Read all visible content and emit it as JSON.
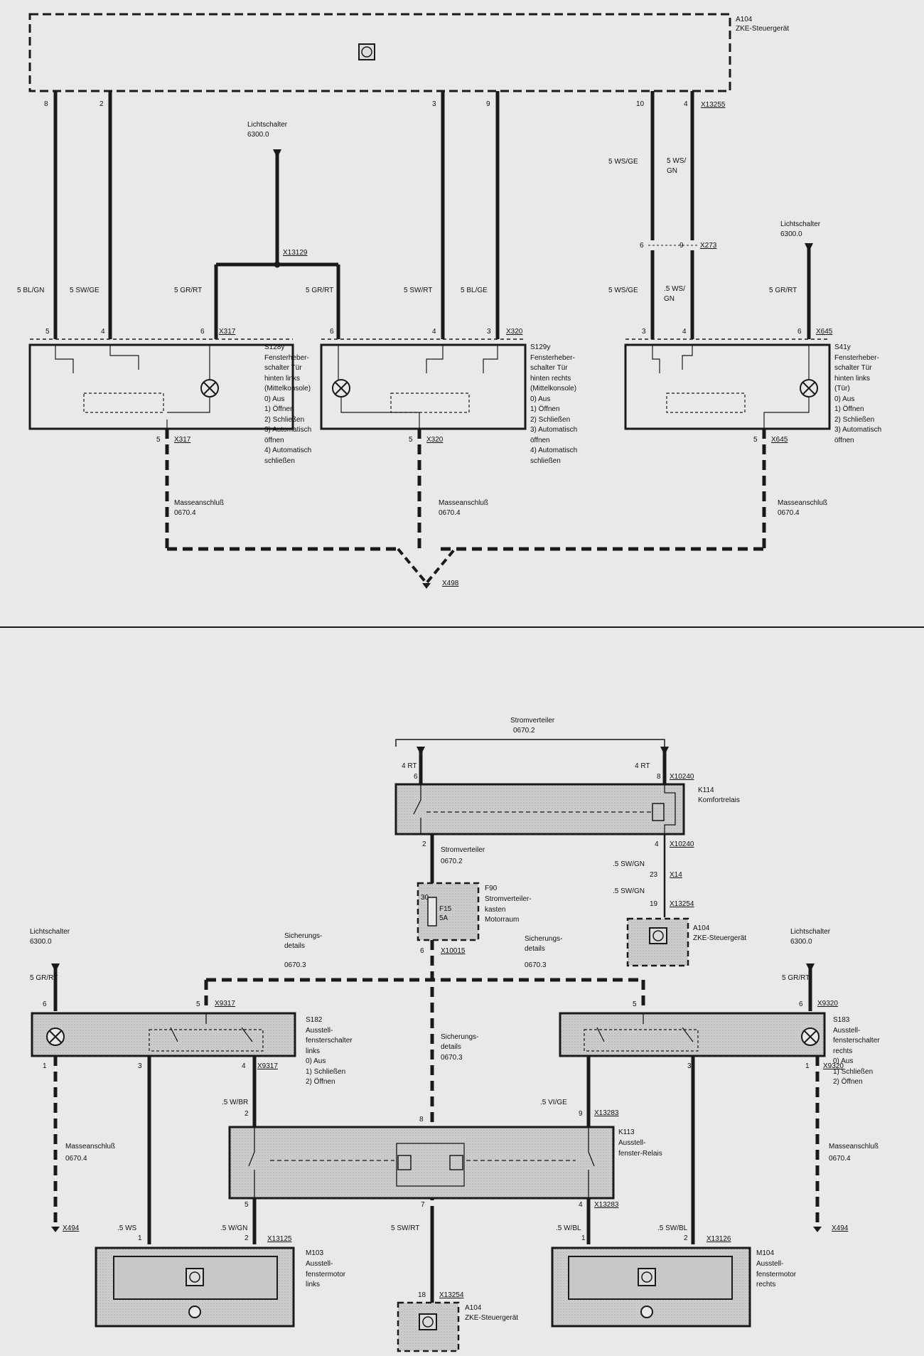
{
  "top": {
    "a104": {
      "id": "A104",
      "name": "ZKE-Steuergerät"
    },
    "pins_top": [
      "8",
      "2",
      "3",
      "9",
      "10",
      "4"
    ],
    "x13255": "X13255",
    "lichtschalter_left": {
      "name": "Lichtschalter",
      "ref": "6300.0"
    },
    "lichtschalter_right": {
      "name": "Lichtschalter",
      "ref": "6300.0"
    },
    "wire_ws_ge": "5 WS/GE",
    "wire_ws_gn": "5 WS/\nGN",
    "x13129": "X13129",
    "x273": "X273",
    "pin6": "6",
    "pin9": "9",
    "wires": {
      "bl_gn": "5 BL/GN",
      "sw_ge": "5 SW/GE",
      "gr_rt_a": "5 GR/RT",
      "gr_rt_b": "5 GR/RT",
      "sw_rt": "5 SW/RT",
      "bl_ge": "5 BL/GE",
      "ws_ge2": "5 WS/GE",
      "ws_gn2": ".5 WS/\nGN",
      "gr_rt_c": "5 GR/RT"
    },
    "s128": {
      "pins": [
        "5",
        "4",
        "6"
      ],
      "conn": "X317",
      "title": "S128y\nFensterheber-\nschalter Tür\nhinten links\n(Mittelkonsole)\n0)   Aus\n1)   Öffnen\n2)   Schließen\n3)   Automatisch\n       öffnen\n4)   Automatisch\n       schließen",
      "gnd_pin": "5",
      "gnd_conn": "X317"
    },
    "s129": {
      "pins": [
        "6",
        "4",
        "3"
      ],
      "conn": "X320",
      "title": "S129y\nFensterheber-\nschalter Tür\nhinten rechts\n(Mittelkonsole)\n0)   Aus\n1)   Öffnen\n2)   Schließen\n3)   Automatisch\n       öffnen\n4)   Automatisch\n       schließen",
      "gnd_pin": "5",
      "gnd_conn": "X320"
    },
    "s41": {
      "pins": [
        "3",
        "4",
        "6"
      ],
      "conn": "X645",
      "title": "S41y\nFensterheber-\nschalter Tür\nhinten links\n(Tür)\n0)   Aus\n1)   Öffnen\n2)   Schließen\n3)   Automatisch\n       öffnen",
      "gnd_pin": "5",
      "gnd_conn": "X645"
    },
    "masse": {
      "name": "Masseanschluß",
      "ref": "0670.4"
    },
    "x498": "X498"
  },
  "bottom": {
    "stromverteiler": {
      "name": "Stromverteiler",
      "ref": "0670.2"
    },
    "rt_left": "4 RT",
    "rt_right": "4 RT",
    "x10240": "X10240",
    "k114": {
      "id": "K114",
      "name": "Komfortrelais"
    },
    "k114_pins": [
      "6",
      "8",
      "2",
      "4"
    ],
    "stromverteiler2": {
      "name": "Stromverteiler",
      "ref": "0670.2"
    },
    "x10240b": "X10240",
    "sw_gn_a": ".5 SW/GN",
    "p23": "23",
    "x14": "X14",
    "sw_gn_b": ".5 SW/GN",
    "p19": "19",
    "x13254": "X13254",
    "f90": {
      "id": "F90",
      "name": "Stromverteiler-\nkasten\nMotorraum",
      "fuse": "F15\n5A",
      "pin30": "30"
    },
    "a104r": {
      "id": "A104",
      "name": "ZKE-Steuergerät"
    },
    "p6": "6",
    "x10015": "X10015",
    "sich_left": {
      "name": "Sicherungs-\ndetails",
      "ref": "0670.3"
    },
    "sich_right": {
      "name": "Sicherungs-\ndetails",
      "ref": "0670.3"
    },
    "sich_mid": {
      "name": "Sicherungs-\ndetails",
      "ref": "0670.3"
    },
    "licht_l": {
      "name": "Lichtschalter",
      "ref": "6300.0",
      "wire": "5 GR/RT"
    },
    "licht_r": {
      "name": "Lichtschalter",
      "ref": "6300.0",
      "wire": "5 GR/RT"
    },
    "s182": {
      "p6": "6",
      "p5": "5",
      "conn": "X9317",
      "title": "S182\nAusstell-\nfensterschalter\nlinks\n0)   Aus\n1)   Schließen\n2)   Öffnen",
      "p1": "1",
      "p3": "3",
      "p4": "4",
      "conn2": "X9317"
    },
    "s183": {
      "p5": "5",
      "p6": "6",
      "conn": "X9320",
      "title": "S183\nAusstell-\nfensterschalter\nrechts\n0)   Aus\n1)   Schließen\n2)   Öffnen",
      "p1": "1",
      "p3": "3",
      "conn2": "X9320"
    },
    "k113": {
      "id": "K113",
      "name": "Ausstell-\nfenster-Relais",
      "p2": "2",
      "p8": "8",
      "p9": "9",
      "p5": "5",
      "p7": "7",
      "p4": "4",
      "x13283a": "X13283",
      "x13283b": "X13283"
    },
    "w_bl": ".5 W/BR",
    "w_vi": ".5 VI/GE",
    "masse_l": {
      "name": "Masseanschluß",
      "ref": "0670.4"
    },
    "masse_r": {
      "name": "Masseanschluß",
      "ref": "0670.4"
    },
    "x494l": "X494",
    "x494r": "X494",
    "m103": {
      "id": "M103",
      "name": "Ausstell-\nfenstermotor\nlinks",
      "ws": ".5 WS",
      "p1": "1",
      "w_gn": ".5 W/GN",
      "p2": "2",
      "conn": "X13125"
    },
    "m104": {
      "id": "M104",
      "name": "Ausstell-\nfenstermotor\nrechts",
      "w_bl": ".5 W/BL",
      "p1": "1",
      "sw_bl": ".5 SW/BL",
      "p2": "2",
      "conn": "X13126"
    },
    "a104b": {
      "id": "A104",
      "name": "ZKE-Steuergerät",
      "p18": "18",
      "conn": "X13254",
      "wire": "5 SW/RT"
    }
  },
  "colors": {
    "line": "#1a1a1a",
    "box_fill": "#d4d4d2",
    "bg": "#e9e9e7"
  }
}
